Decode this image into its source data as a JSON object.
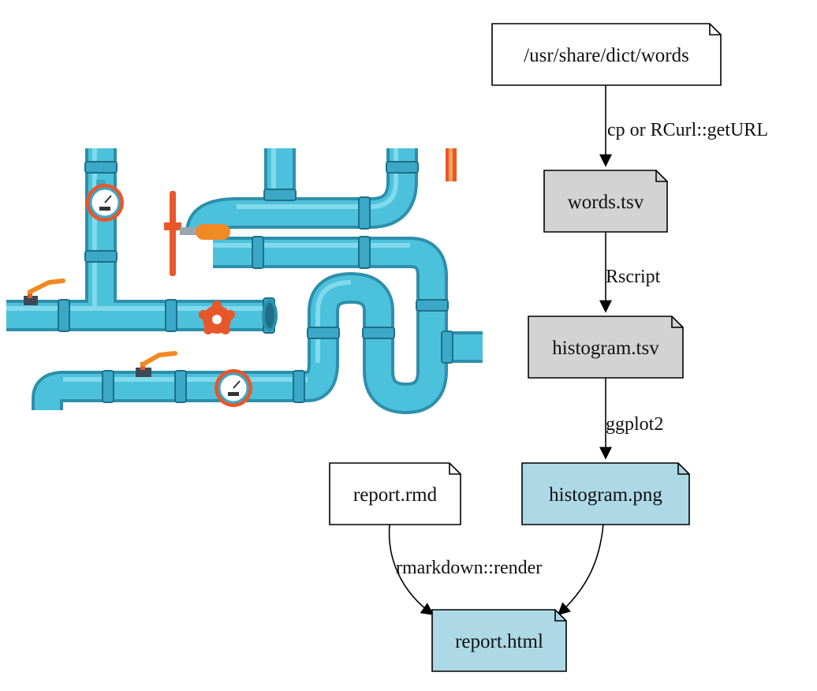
{
  "diagram": {
    "nodes": [
      {
        "id": "dict",
        "label": "/usr/share/dict/words",
        "fill": "#ffffff"
      },
      {
        "id": "words",
        "label": "words.tsv",
        "fill": "#d3d3d3"
      },
      {
        "id": "histtsv",
        "label": "histogram.tsv",
        "fill": "#d3d3d3"
      },
      {
        "id": "histpng",
        "label": "histogram.png",
        "fill": "#add8e6"
      },
      {
        "id": "rmd",
        "label": "report.rmd",
        "fill": "#ffffff"
      },
      {
        "id": "html",
        "label": "report.html",
        "fill": "#add8e6"
      }
    ],
    "edges": [
      {
        "from": "dict",
        "to": "words",
        "label": "cp or RCurl::getURL"
      },
      {
        "from": "words",
        "to": "histtsv",
        "label": "Rscript"
      },
      {
        "from": "histtsv",
        "to": "histpng",
        "label": "ggplot2"
      },
      {
        "from": "rmd",
        "to": "html",
        "label": "rmarkdown::render"
      },
      {
        "from": "histpng",
        "to": "html",
        "label": ""
      }
    ]
  },
  "illustration": {
    "pipe_color": "#4cc1dc",
    "pipe_dark": "#2d8fab",
    "valve_color": "#e8572a",
    "handle_color": "#f08a24"
  }
}
